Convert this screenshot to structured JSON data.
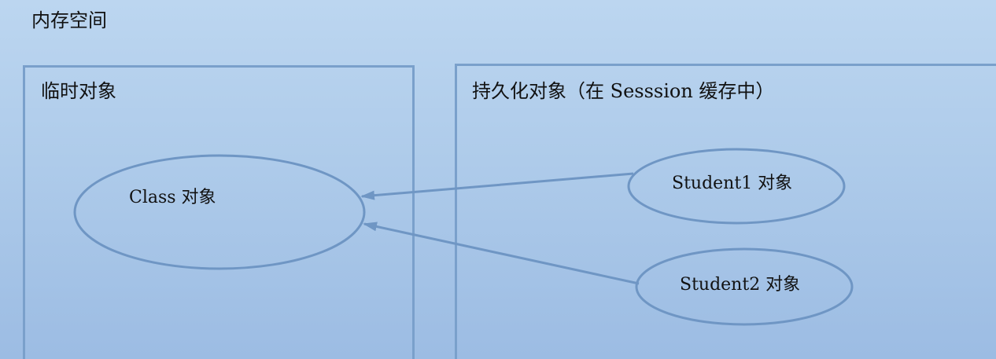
{
  "diagram": {
    "title": "内存空间",
    "regions": {
      "left": {
        "title": "临时对象"
      },
      "right": {
        "title": "持久化对象（在 Sesssion 缓存中）"
      }
    },
    "nodes": {
      "class_obj": {
        "label": "Class 对象"
      },
      "student1_obj": {
        "label": "Student1 对象"
      },
      "student2_obj": {
        "label": "Student2 对象"
      }
    },
    "edges": [
      {
        "from": "Student1 对象",
        "to": "Class 对象"
      },
      {
        "from": "Student2 对象",
        "to": "Class 对象"
      }
    ],
    "colors": {
      "background": "#aecbea",
      "stroke": "#6f96c4"
    }
  }
}
